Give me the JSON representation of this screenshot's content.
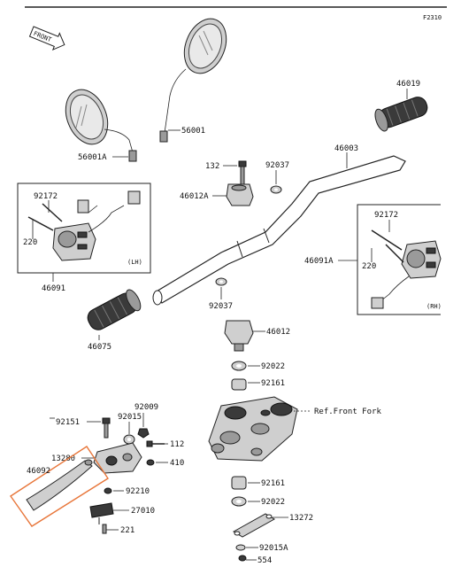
{
  "page": {
    "figure_code": "F2310",
    "front_label": "FRONT",
    "lh_label": "(LH)",
    "rh_label": "(RH)"
  },
  "labels": {
    "p56001": "56001",
    "p56001A": "56001A",
    "p46019": "46019",
    "p46003": "46003",
    "p132": "132",
    "p92037_top": "92037",
    "p46012A": "46012A",
    "p92172_lh": "92172",
    "p220_lh": "220",
    "p46091": "46091",
    "p92172_rh": "92172",
    "p220_rh": "220",
    "p46091A": "46091A",
    "p92037_bot": "92037",
    "p46012": "46012",
    "p46075": "46075",
    "p92022_top": "92022",
    "p92161_top": "92161",
    "p_ref_front_fork": "Ref.Front Fork",
    "p92151": "92151",
    "p92015": "92015",
    "p92009": "92009",
    "p112": "112",
    "p410": "410",
    "p13280": "13280",
    "p46092": "46092",
    "p92210": "92210",
    "p27010": "27010",
    "p221": "221",
    "p92161_bot": "92161",
    "p92022_bot": "92022",
    "p13272": "13272",
    "p92015A": "92015A",
    "p554": "554"
  },
  "colors": {
    "highlight_box": "#e8763a",
    "line": "#222222"
  }
}
